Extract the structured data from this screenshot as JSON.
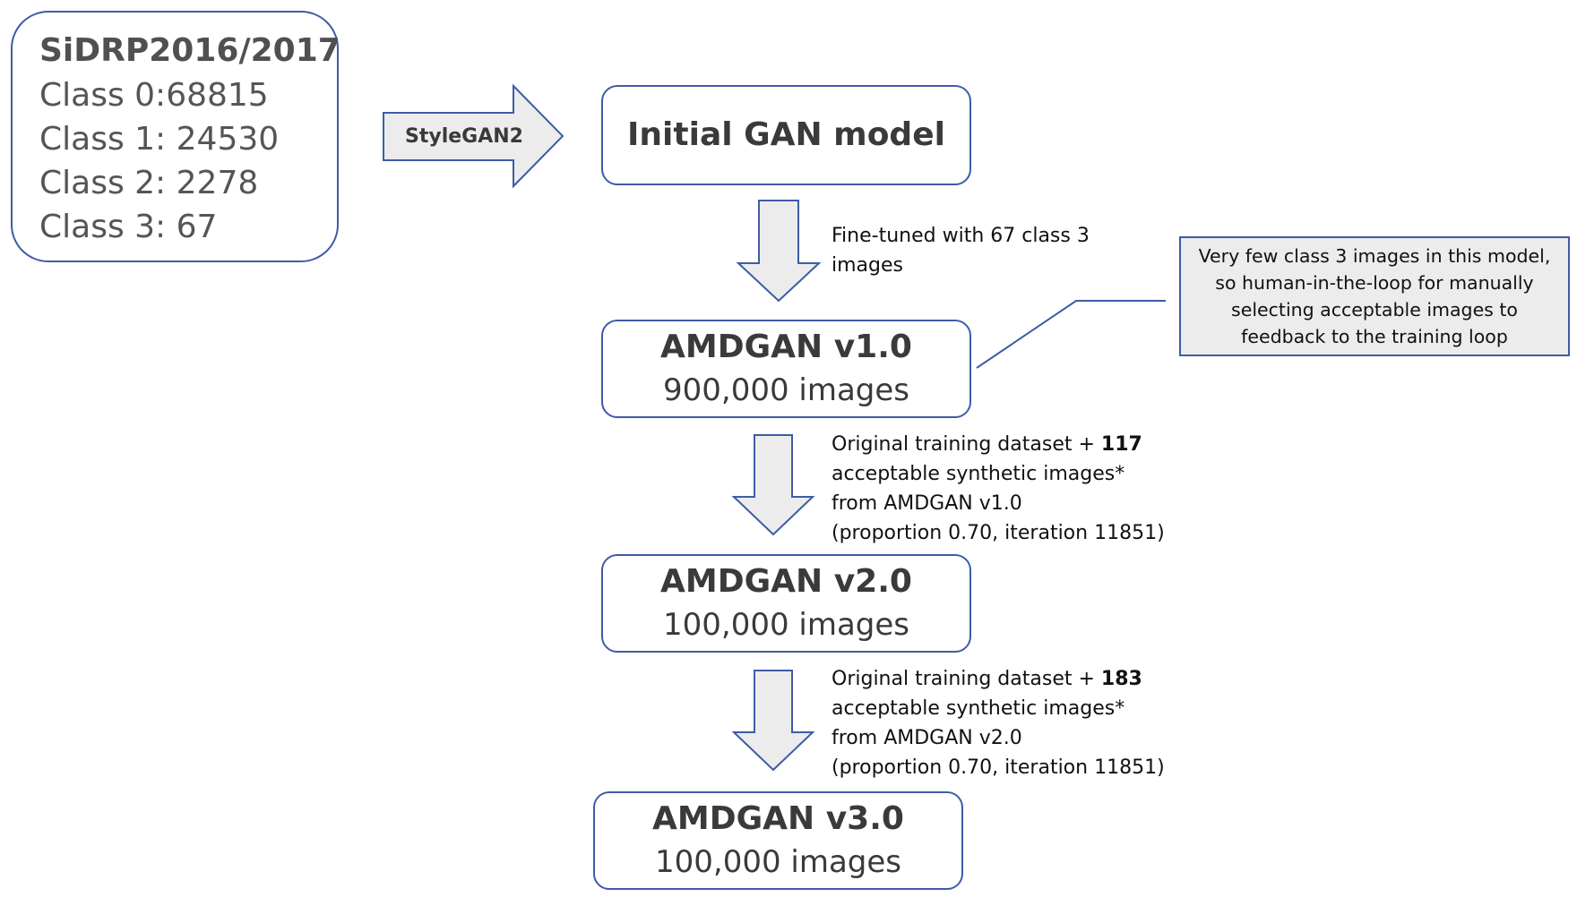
{
  "dataset": {
    "title": "SiDRP2016/2017",
    "classes": [
      "Class 0:68815",
      "Class 1: 24530",
      "Class 2: 2278",
      "Class 3: 67"
    ]
  },
  "stylegan_arrow_label": "StyleGAN2",
  "initial_model": {
    "title": "Initial GAN model"
  },
  "step1_note": {
    "lines": [
      "Fine-tuned with 67 class 3",
      "images"
    ]
  },
  "callout": {
    "lines": [
      "Very few class 3 images in this model,",
      "so human-in-the-loop for manually",
      "selecting acceptable images to",
      "feedback to the training loop"
    ]
  },
  "model_v1": {
    "title": "AMDGAN v1.0",
    "subtitle": "900,000 images"
  },
  "step2_note": {
    "line1_prefix": "Original training dataset + ",
    "line1_bold": "117",
    "line2": "acceptable synthetic images*",
    "line3": "from AMDGAN v1.0",
    "line4": "(proportion 0.70, iteration 11851)"
  },
  "model_v2": {
    "title": "AMDGAN v2.0",
    "subtitle": "100,000 images"
  },
  "step3_note": {
    "line1_prefix": "Original training dataset + ",
    "line1_bold": "183",
    "line2": "acceptable synthetic images*",
    "line3": "from AMDGAN v2.0",
    "line4": "(proportion 0.70, iteration 11851)"
  },
  "model_v3": {
    "title": "AMDGAN v3.0",
    "subtitle": "100,000 images"
  },
  "colors": {
    "border": "#3d5ca7",
    "arrow_fill": "#ececec",
    "callout_fill": "#ececec"
  }
}
